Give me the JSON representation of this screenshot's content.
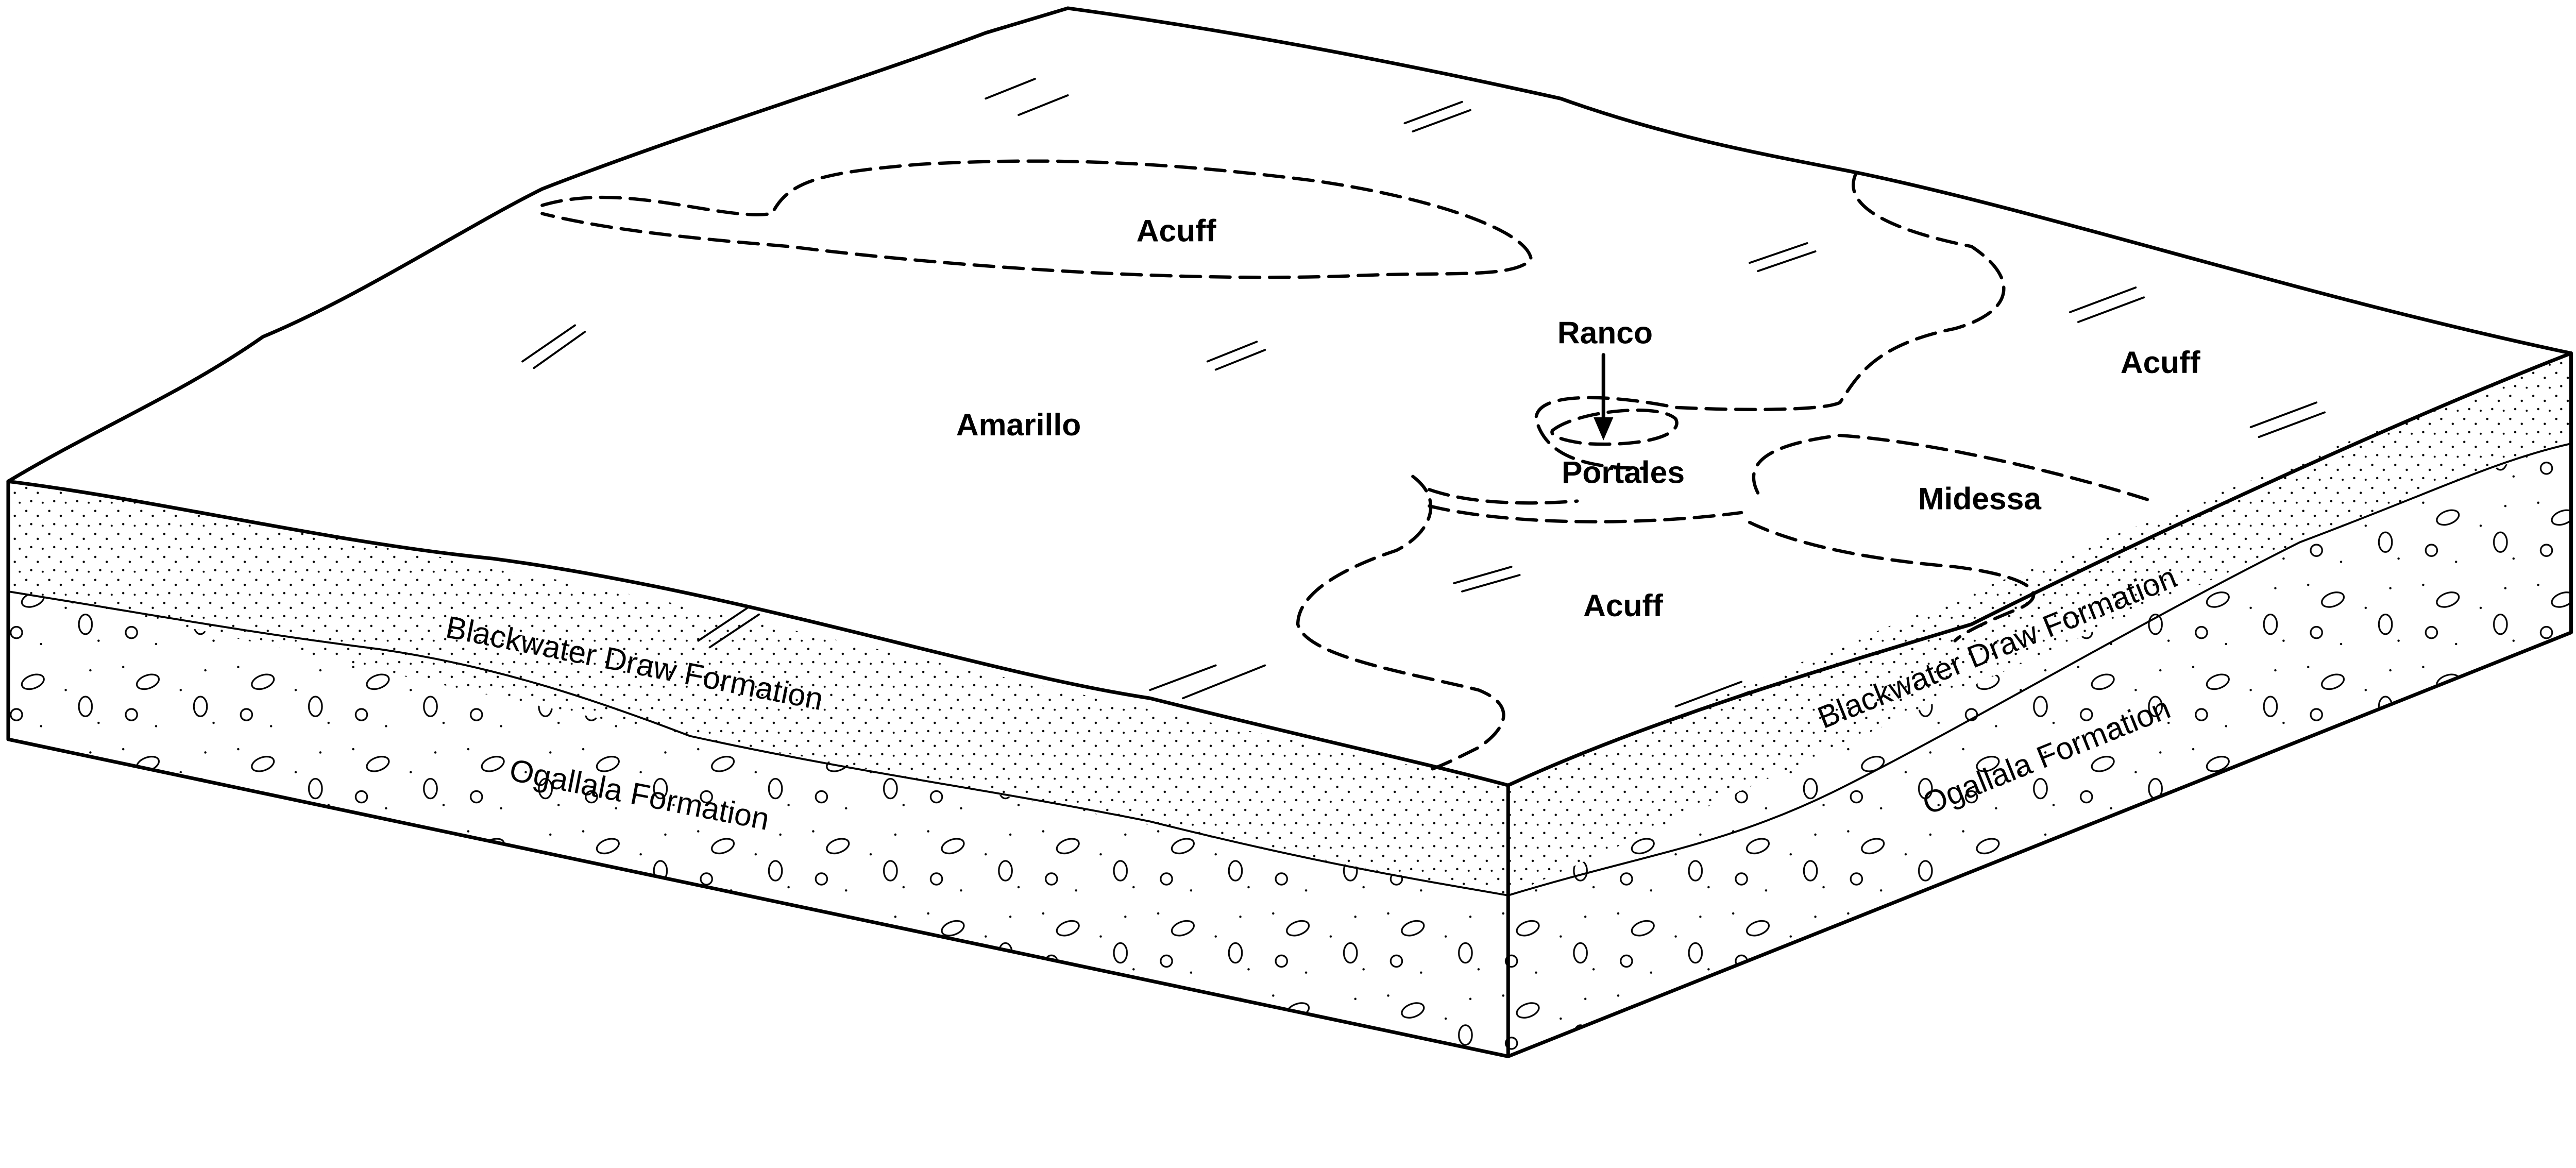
{
  "diagram": {
    "soil_labels": {
      "acuff_north": "Acuff",
      "amarillo": "Amarillo",
      "ranco": "Ranco",
      "portales": "Portales",
      "midessa": "Midessa",
      "acuff_south": "Acuff",
      "acuff_east": "Acuff"
    },
    "formation_labels": {
      "blackwater_left": "Blackwater Draw Formation",
      "ogallala_left": "Ogallala Formation",
      "blackwater_right": "Blackwater Draw Formation",
      "ogallala_right": "Ogallala Formation"
    },
    "colors": {
      "line": "#000000",
      "background": "#ffffff"
    }
  }
}
